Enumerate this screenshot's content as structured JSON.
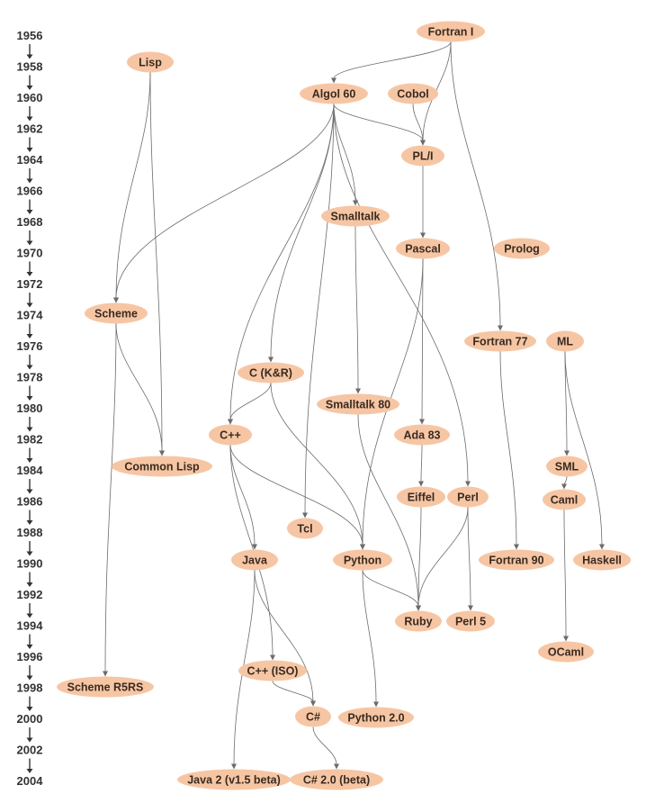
{
  "timeline": {
    "years": [
      "1956",
      "1958",
      "1960",
      "1962",
      "1964",
      "1966",
      "1968",
      "1970",
      "1972",
      "1974",
      "1976",
      "1978",
      "1980",
      "1982",
      "1984",
      "1986",
      "1988",
      "1990",
      "1992",
      "1994",
      "1996",
      "1998",
      "2000",
      "2002",
      "2004"
    ]
  },
  "colors": {
    "node_fill": "#f6c6a4",
    "edge": "#6b6b6b",
    "text": "#333333"
  },
  "nodes": [
    {
      "id": "fortran1",
      "label": "Fortran I",
      "year": 1956
    },
    {
      "id": "lisp",
      "label": "Lisp",
      "year": 1958
    },
    {
      "id": "algol60",
      "label": "Algol 60",
      "year": 1960
    },
    {
      "id": "cobol",
      "label": "Cobol",
      "year": 1960
    },
    {
      "id": "pli",
      "label": "PL/I",
      "year": 1964
    },
    {
      "id": "smalltalk",
      "label": "Smalltalk",
      "year": 1968
    },
    {
      "id": "pascal",
      "label": "Pascal",
      "year": 1970
    },
    {
      "id": "prolog",
      "label": "Prolog",
      "year": 1970
    },
    {
      "id": "scheme",
      "label": "Scheme",
      "year": 1974
    },
    {
      "id": "fortran77",
      "label": "Fortran 77",
      "year": 1976
    },
    {
      "id": "ml",
      "label": "ML",
      "year": 1976
    },
    {
      "id": "ckr",
      "label": "C (K&R)",
      "year": 1978
    },
    {
      "id": "smalltalk80",
      "label": "Smalltalk 80",
      "year": 1980
    },
    {
      "id": "cpp",
      "label": "C++",
      "year": 1982
    },
    {
      "id": "ada83",
      "label": "Ada 83",
      "year": 1982
    },
    {
      "id": "commonlisp",
      "label": "Common Lisp",
      "year": 1984
    },
    {
      "id": "sml",
      "label": "SML",
      "year": 1984
    },
    {
      "id": "eiffel",
      "label": "Eiffel",
      "year": 1986
    },
    {
      "id": "perl",
      "label": "Perl",
      "year": 1986
    },
    {
      "id": "caml",
      "label": "Caml",
      "year": 1986
    },
    {
      "id": "tcl",
      "label": "Tcl",
      "year": 1988
    },
    {
      "id": "java",
      "label": "Java",
      "year": 1990
    },
    {
      "id": "python",
      "label": "Python",
      "year": 1990
    },
    {
      "id": "fortran90",
      "label": "Fortran 90",
      "year": 1990
    },
    {
      "id": "haskell",
      "label": "Haskell",
      "year": 1990
    },
    {
      "id": "ruby",
      "label": "Ruby",
      "year": 1994
    },
    {
      "id": "perl5",
      "label": "Perl 5",
      "year": 1994
    },
    {
      "id": "ocaml",
      "label": "OCaml",
      "year": 1996
    },
    {
      "id": "cppiso",
      "label": "C++ (ISO)",
      "year": 1998
    },
    {
      "id": "schemer5rs",
      "label": "Scheme R5RS",
      "year": 1998
    },
    {
      "id": "csharp",
      "label": "C#",
      "year": 2000
    },
    {
      "id": "python20",
      "label": "Python 2.0",
      "year": 2000
    },
    {
      "id": "java2",
      "label": "Java 2 (v1.5 beta)",
      "year": 2004
    },
    {
      "id": "csharp20",
      "label": "C# 2.0 (beta)",
      "year": 2004
    }
  ],
  "edges": [
    [
      "fortran1",
      "algol60"
    ],
    [
      "fortran1",
      "pli"
    ],
    [
      "fortran1",
      "fortran77"
    ],
    [
      "lisp",
      "scheme"
    ],
    [
      "lisp",
      "commonlisp"
    ],
    [
      "algol60",
      "scheme"
    ],
    [
      "algol60",
      "pli"
    ],
    [
      "algol60",
      "smalltalk"
    ],
    [
      "algol60",
      "cpp"
    ],
    [
      "algol60",
      "ckr"
    ],
    [
      "algol60",
      "tcl"
    ],
    [
      "algol60",
      "perl"
    ],
    [
      "cobol",
      "pli"
    ],
    [
      "pli",
      "pascal"
    ],
    [
      "smalltalk",
      "smalltalk80"
    ],
    [
      "pascal",
      "ada83"
    ],
    [
      "pascal",
      "python"
    ],
    [
      "scheme",
      "commonlisp"
    ],
    [
      "scheme",
      "schemer5rs"
    ],
    [
      "fortran77",
      "fortran90"
    ],
    [
      "ml",
      "sml"
    ],
    [
      "ml",
      "haskell"
    ],
    [
      "ckr",
      "cpp"
    ],
    [
      "ckr",
      "python"
    ],
    [
      "smalltalk80",
      "ruby"
    ],
    [
      "cpp",
      "java"
    ],
    [
      "cpp",
      "python"
    ],
    [
      "cpp",
      "cppiso"
    ],
    [
      "ada83",
      "eiffel"
    ],
    [
      "sml",
      "caml"
    ],
    [
      "eiffel",
      "ruby"
    ],
    [
      "perl",
      "ruby"
    ],
    [
      "perl",
      "perl5"
    ],
    [
      "caml",
      "ocaml"
    ],
    [
      "java",
      "csharp"
    ],
    [
      "java",
      "java2"
    ],
    [
      "python",
      "ruby"
    ],
    [
      "python",
      "python20"
    ],
    [
      "cppiso",
      "csharp"
    ],
    [
      "csharp",
      "csharp20"
    ]
  ]
}
